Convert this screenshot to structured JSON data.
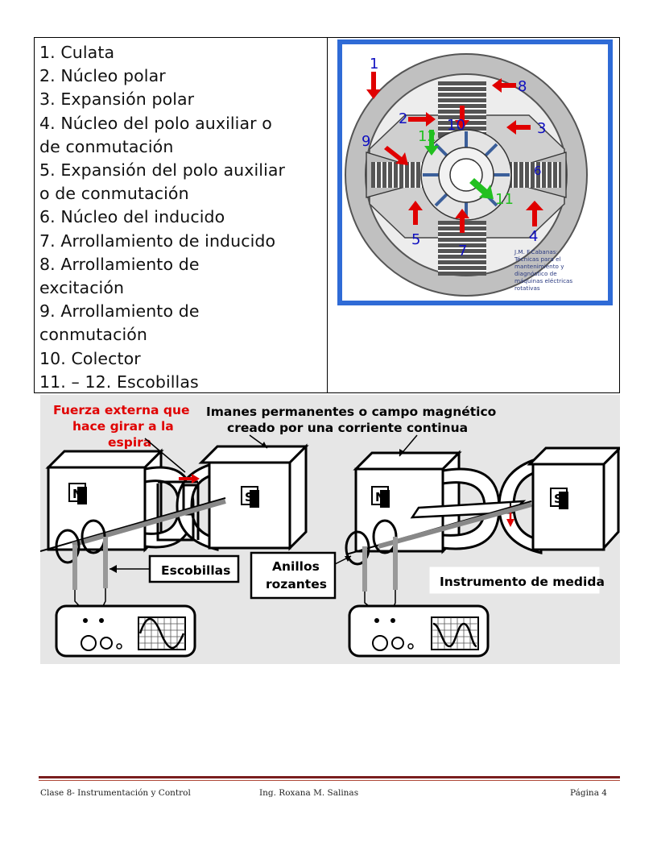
{
  "parts_list": [
    "1. Culata",
    "2. Núcleo polar",
    "3. Expansión polar",
    "4. Núcleo del polo auxiliar o",
    "de conmutación",
    "5. Expansión del polo auxiliar",
    "o de conmutación",
    "6. Núcleo del inducido",
    "7. Arrollamiento de inducido",
    "8. Arrollamiento de",
    "excitación",
    "9. Arrollamiento de",
    "conmutación",
    "10. Colector",
    "11. – 12. Escobillas"
  ],
  "machine_figure": {
    "numbers": [
      "1",
      "2",
      "3",
      "4",
      "5",
      "6",
      "7",
      "8",
      "9",
      "10",
      "11",
      "12"
    ],
    "watermark": [
      "J.M. F.Cabanas:",
      "Técnicas para el",
      "mantenimiento y",
      "diagnóstico de",
      "máquinas eléctricas",
      "rotativas"
    ],
    "colors": {
      "frame": "#2f6bd6",
      "arrow_red": "#e00000",
      "arrow_green": "#22c020",
      "label_blue": "#1010c0"
    }
  },
  "generator_figure": {
    "external_force": [
      "Fuerza externa que",
      "hace girar a la",
      "espira"
    ],
    "magnets_label": [
      "Imanes permanentes o campo magnético",
      "creado por una  corriente continua"
    ],
    "brushes_label": "Escobillas",
    "rings_label": [
      "Anillos",
      "rozantes"
    ],
    "instrument_label": "Instrumento de medida",
    "pole_n": "N",
    "pole_s": "S",
    "colors": {
      "force_text": "#e00000",
      "background": "#e6e6e6"
    }
  },
  "footer": {
    "left": "Clase 8- Instrumentación y Control",
    "middle": "Ing. Roxana M. Salinas",
    "right": "Página 4"
  }
}
